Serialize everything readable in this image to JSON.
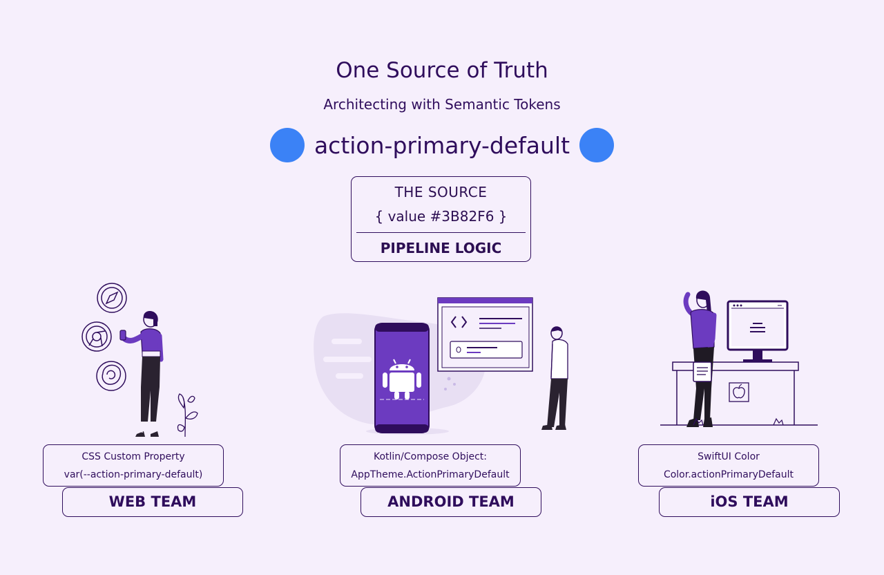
{
  "header": {
    "title": "One Source of Truth",
    "subtitle": "Architecting with Semantic Tokens"
  },
  "token": {
    "name": "action-primary-default",
    "swatch_color": "#3B82F6"
  },
  "source": {
    "label": "THE SOURCE",
    "value": "{ value #3B82F6 }",
    "logic": "PIPELINE LOGIC"
  },
  "teams": [
    {
      "line1": "CSS Custom Property",
      "line2": "var(--action-primary-default)",
      "team": "WEB TEAM"
    },
    {
      "line1": "Kotlin/Compose Object:",
      "line2": "AppTheme.ActionPrimaryDefault",
      "team": "ANDROID TEAM"
    },
    {
      "line1": "SwiftUI Color",
      "line2": "Color.actionPrimaryDefault",
      "team": "iOS TEAM"
    }
  ],
  "colors": {
    "accent": "#3B82F6",
    "brand_purple": "#6C3BC0",
    "ink": "#2F0D5C",
    "background": "#F6EFFC"
  },
  "icons": [
    "safari-icon",
    "chrome-icon",
    "firefox-icon",
    "android-icon",
    "code-icon",
    "apple-icon"
  ]
}
